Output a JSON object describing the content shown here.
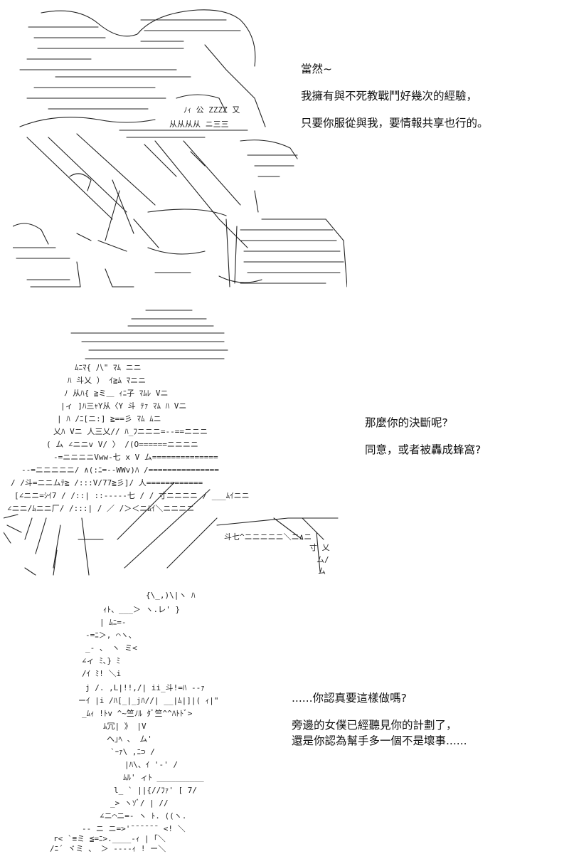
{
  "panels": [
    {
      "id": "panel-1",
      "art": "ascii-art-character-hat-and-cloak",
      "lines": [
        "當然~",
        "我擁有與不死教戰鬥好幾次的經驗，",
        "只要你服從與我，要情報共享也行的。"
      ]
    },
    {
      "id": "panel-2",
      "art": "ascii-art-character-long-hair",
      "lines": [
        "那麼你的決斷呢?",
        "同意，或者被轟成蜂窩?"
      ]
    },
    {
      "id": "panel-3",
      "art": "ascii-art-character-spiky-hair",
      "lines": [
        "......你認真要這樣做嗎?",
        "旁邊的女僕已經聽見你的計劃了，",
        "還是你認為幫手多一個不是壞事......"
      ]
    }
  ],
  "colors": {
    "background": "#ffffff",
    "ink": "#111111"
  }
}
